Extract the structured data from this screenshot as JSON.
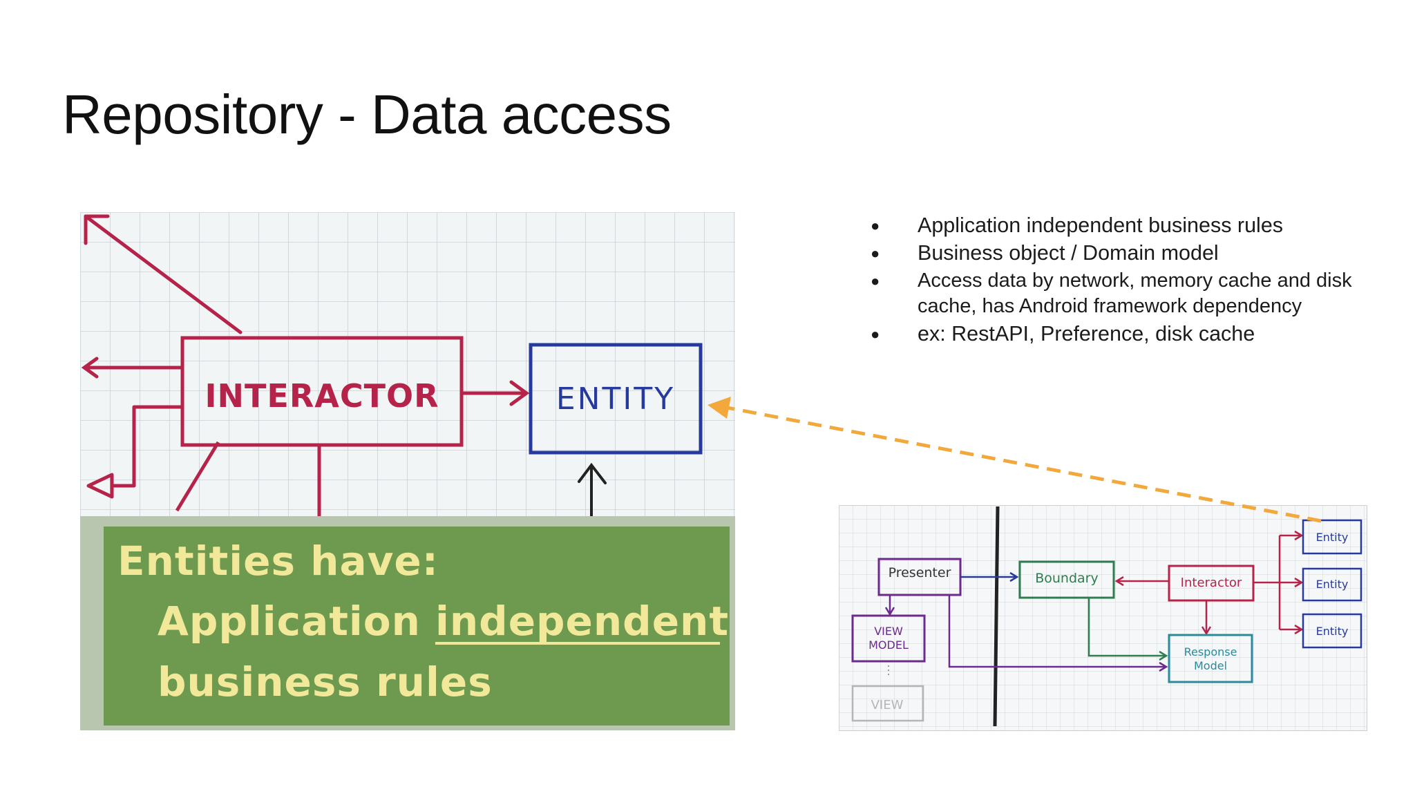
{
  "slide": {
    "title": "Repository - Data access",
    "bullets": [
      "Application independent business rules",
      "Business object / Domain model",
      "Access data by network, memory cache and disk cache, has Android framework dependency",
      "ex: RestAPI, Preference, disk cache"
    ]
  },
  "left_image": {
    "interactor_label": "INTERACTOR",
    "entity_label": "ENTITY",
    "caption_line1": "Entities have:",
    "caption_line2_a": "Application",
    "caption_line2_b": "independent",
    "caption_line3": "business rules"
  },
  "right_image": {
    "presenter": "Presenter",
    "boundary": "Boundary",
    "interactor": "Interactor",
    "view_model": [
      "VIEW",
      "MODEL"
    ],
    "view": "VIEW",
    "response_model": [
      "Response",
      "Model"
    ],
    "entities": [
      "Entity",
      "Entity",
      "Entity"
    ]
  },
  "colors": {
    "crimson": "#b5234a",
    "navy": "#263a9e",
    "green_box": "#6e9a50",
    "caption_text": "#f2e89a",
    "purple": "#6b2a8c",
    "teal": "#2b8a9a",
    "arrow_orange": "#f2a83a"
  }
}
